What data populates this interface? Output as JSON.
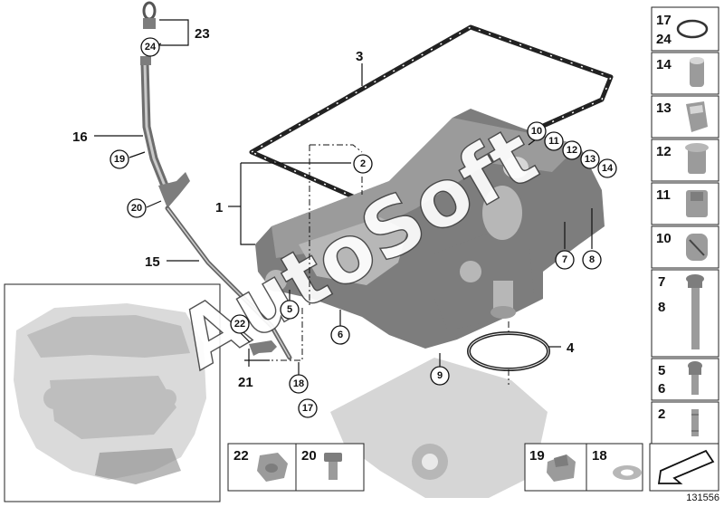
{
  "diagram": {
    "image_number": "131556",
    "watermark": "AutoSoft",
    "main_labels": {
      "l1": "1",
      "l2": "2",
      "l3": "3",
      "l4": "4",
      "l5": "5",
      "l6": "6",
      "l7": "7",
      "l8": "8",
      "l9": "9",
      "l10": "10",
      "l11": "11",
      "l12": "12",
      "l13": "13",
      "l14": "14",
      "l15": "15",
      "l16": "16",
      "l17": "17",
      "l18": "18",
      "l19": "19",
      "l20": "20",
      "l21": "21",
      "l22": "22",
      "l23": "23",
      "l24": "24"
    },
    "sidebar": [
      {
        "top": "17",
        "bottom": "24"
      },
      {
        "top": "14"
      },
      {
        "top": "13"
      },
      {
        "top": "12"
      },
      {
        "top": "11"
      },
      {
        "top": "10"
      },
      {
        "top": "7",
        "bottom": "8"
      },
      {
        "top": "5",
        "bottom": "6"
      },
      {
        "top": "2"
      }
    ],
    "bottom_boxes": [
      {
        "a": "22",
        "b": "20"
      },
      {
        "a": "19",
        "b": "18"
      }
    ]
  },
  "colors": {
    "line": "#111111",
    "part_dark": "#7d7d7d",
    "part_mid": "#9b9b9b",
    "part_light": "#d6d6d6",
    "watermark": "#ffffff"
  }
}
